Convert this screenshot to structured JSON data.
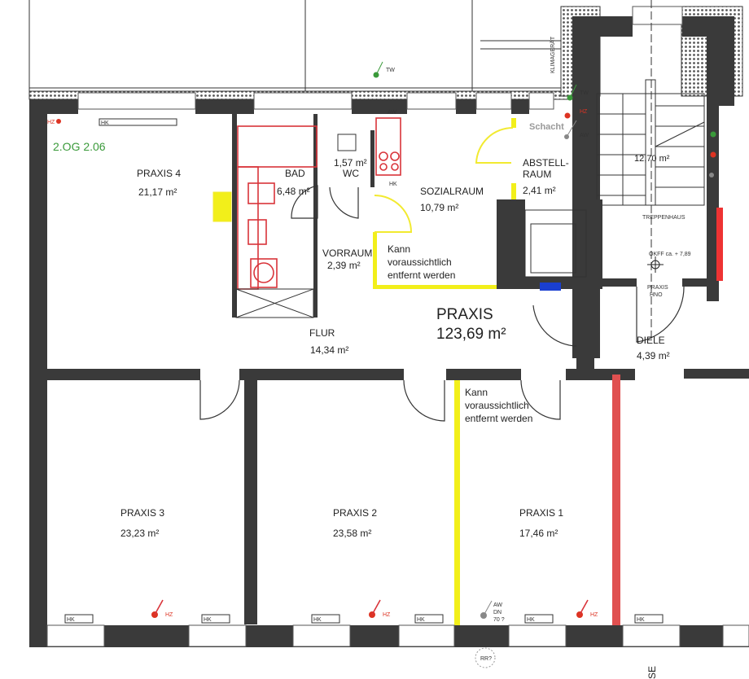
{
  "floor_label": "2.OG 2.06",
  "colors": {
    "wall": "#3a3a3a",
    "removable_wall": "#f2ef1a",
    "sanitary": "#d9343a",
    "label_green": "#3a9a3a",
    "heating": "#d32f2f"
  },
  "rooms": {
    "praxis4": {
      "name": "PRAXIS 4",
      "area": "21,17 m²"
    },
    "bad": {
      "name": "BAD",
      "area": "6,48 m²"
    },
    "wc": {
      "name": "WC",
      "area": "1,57 m²"
    },
    "sozialraum": {
      "name": "SOZIALRAUM",
      "area": "10,79 m²"
    },
    "abstellraum": {
      "name_line1": "ABSTELL-",
      "name_line2": "RAUM",
      "area": "2,41 m²"
    },
    "treppenhaus": {
      "name": "TREPPENHAUS",
      "area": "12,70 m²"
    },
    "vorraum": {
      "name": "VORRAUM",
      "area": "2,39 m²"
    },
    "flur": {
      "name": "FLUR",
      "area": "14,34 m²"
    },
    "diele": {
      "name": "DIELE",
      "area": "4,39 m²"
    },
    "praxis3": {
      "name": "PRAXIS 3",
      "area": "23,23 m²"
    },
    "praxis2": {
      "name": "PRAXIS 2",
      "area": "23,58 m²"
    },
    "praxis1": {
      "name": "PRAXIS 1",
      "area": "17,46 m²"
    }
  },
  "unit": {
    "name": "PRAXIS",
    "area": "123,69 m²"
  },
  "notes": {
    "removable_1": [
      "Kann",
      "voraussichtlich",
      "entfernt werden"
    ],
    "removable_2": [
      "Kann",
      "voraussichtlich",
      "entfernt werden"
    ],
    "okff": "OKFF ca. + 7,89",
    "praxis_hno": [
      "PRAXIS",
      "HNO"
    ],
    "schacht": "Schacht",
    "klimageraet": "KLIMAGERÄT",
    "aw_dn": [
      "AW",
      "DN",
      "70 ?"
    ],
    "rr": "RR?",
    "se": "SE"
  },
  "symbols": {
    "hk": "HK",
    "hz": "HZ",
    "tw": "TW",
    "aw": "AW"
  }
}
